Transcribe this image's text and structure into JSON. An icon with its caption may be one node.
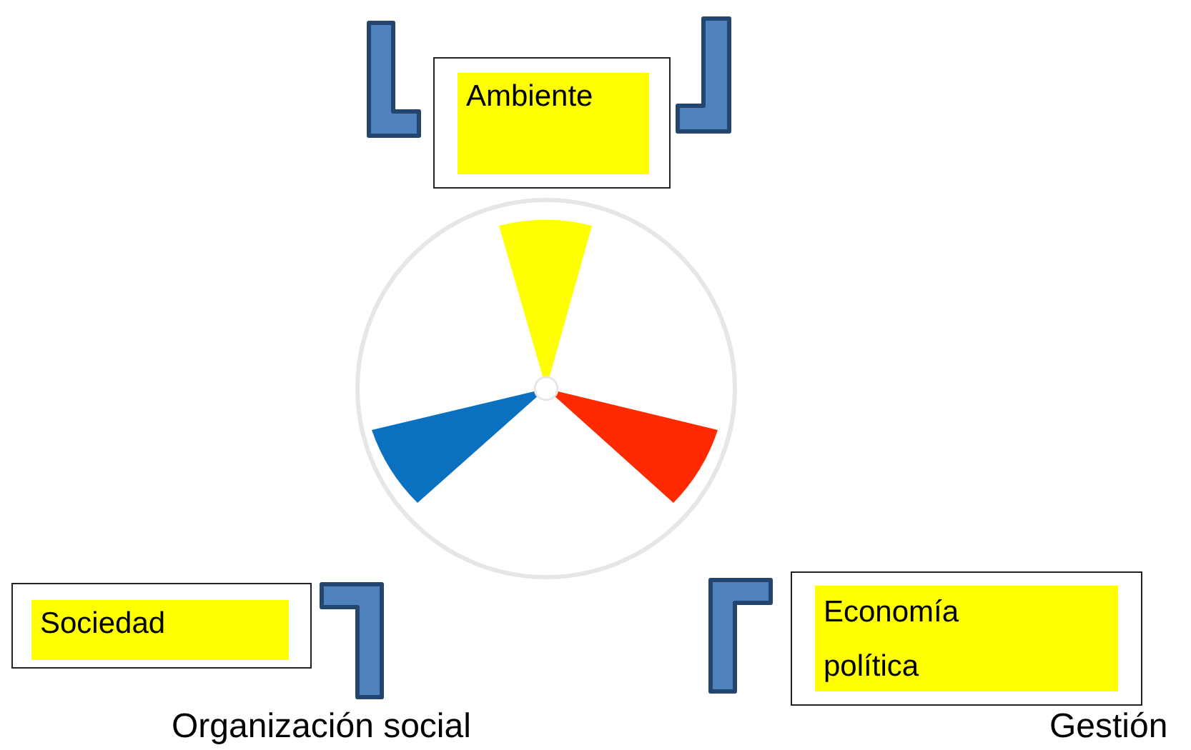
{
  "diagram": {
    "nodes": [
      {
        "text": [],
        "shape": "bracket"
      },
      {
        "text": [
          "Ambiente"
        ]
      },
      {
        "text": [],
        "shape": "bracket"
      },
      {
        "text": [
          "Sociedad"
        ]
      },
      {
        "text": [],
        "shape": "bracket"
      },
      {
        "text": [],
        "shape": "bracket"
      },
      {
        "text": [
          "Economía política"
        ]
      }
    ],
    "labels": [
      "Organización social",
      "Gestión"
    ]
  }
}
